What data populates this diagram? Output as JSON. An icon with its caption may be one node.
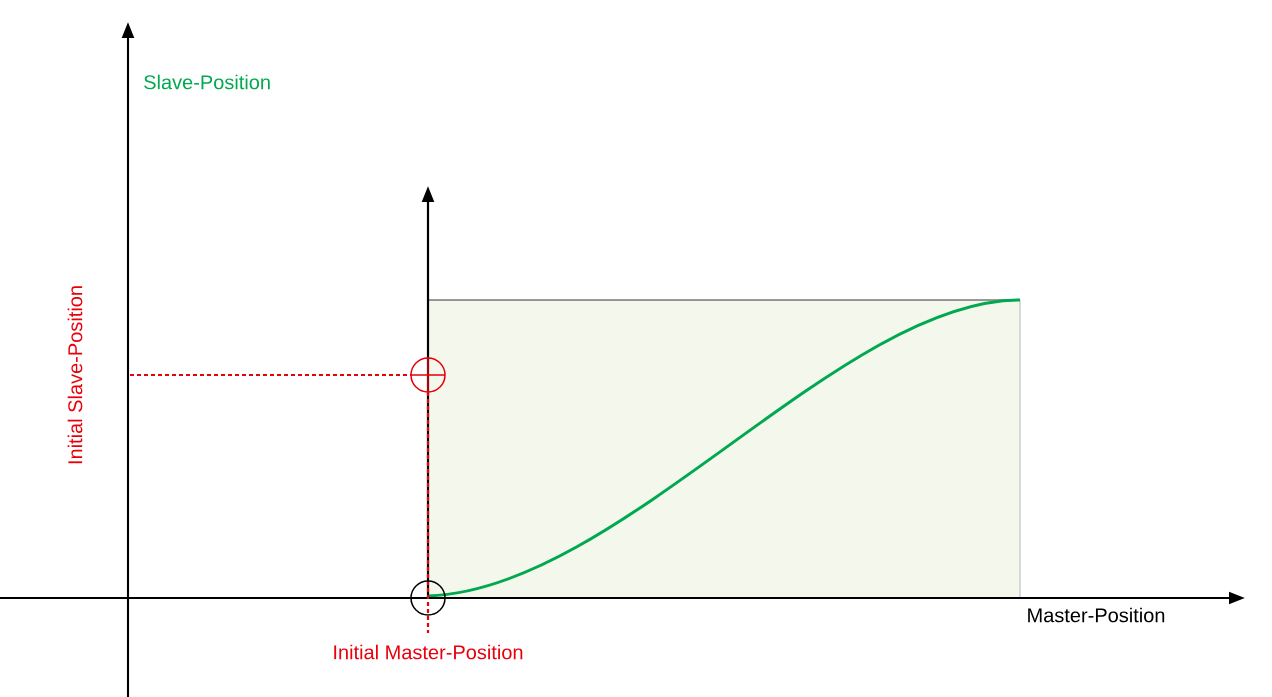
{
  "diagram": {
    "labels": [
      "Slave-Position",
      "Initial Slave-Position",
      "Master-Position",
      "Initial Master-Position"
    ]
  }
}
